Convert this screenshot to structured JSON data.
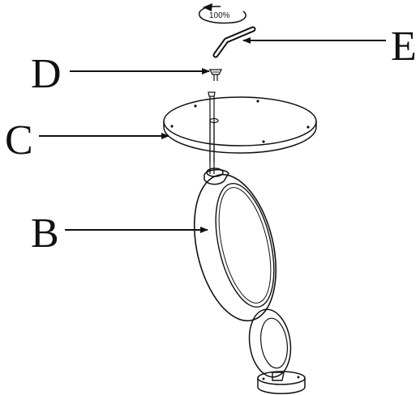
{
  "callouts": {
    "b": {
      "letter": "B"
    },
    "c": {
      "letter": "C"
    },
    "d": {
      "letter": "D"
    },
    "e": {
      "letter": "E"
    }
  },
  "rotation": {
    "label": "100%"
  }
}
